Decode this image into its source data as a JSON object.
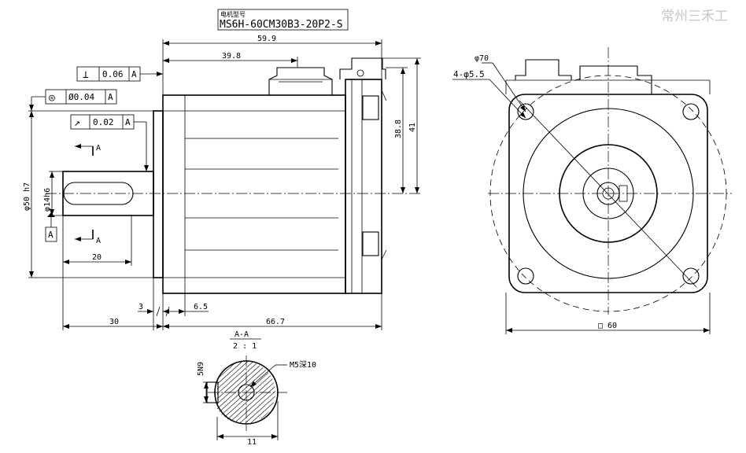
{
  "header": {
    "caption": "电机型号",
    "model": "MS6H-60CM30B3-20P2-S",
    "watermark": "常州三禾工"
  },
  "dims": {
    "total_len": "59.9",
    "body_len": "39.8",
    "height_41": "41",
    "height_38": "38.8",
    "phi50": "φ50 h7",
    "phi14": "φ14h6",
    "shaft_len": "20",
    "d3": "3",
    "d65": "6.5",
    "d30": "30",
    "d667": "66.7",
    "phi70": "φ70",
    "holes": "4-φ5.5",
    "square": "□ 60"
  },
  "tolerances": {
    "perp": {
      "symbol": "⊥",
      "value": "0.06",
      "datum": "A"
    },
    "conc": {
      "symbol": "◎",
      "value": "Ø0.04",
      "datum": "A"
    },
    "runout": {
      "symbol": "↗",
      "value": "0.02",
      "datum": "A"
    }
  },
  "datum": {
    "label": "A",
    "sec_top": "A",
    "sec_bot": "A"
  },
  "section": {
    "title": "A-A",
    "scale": "2 : 1",
    "key_width": "5N9",
    "thread": "M5深10",
    "depth": "11"
  }
}
